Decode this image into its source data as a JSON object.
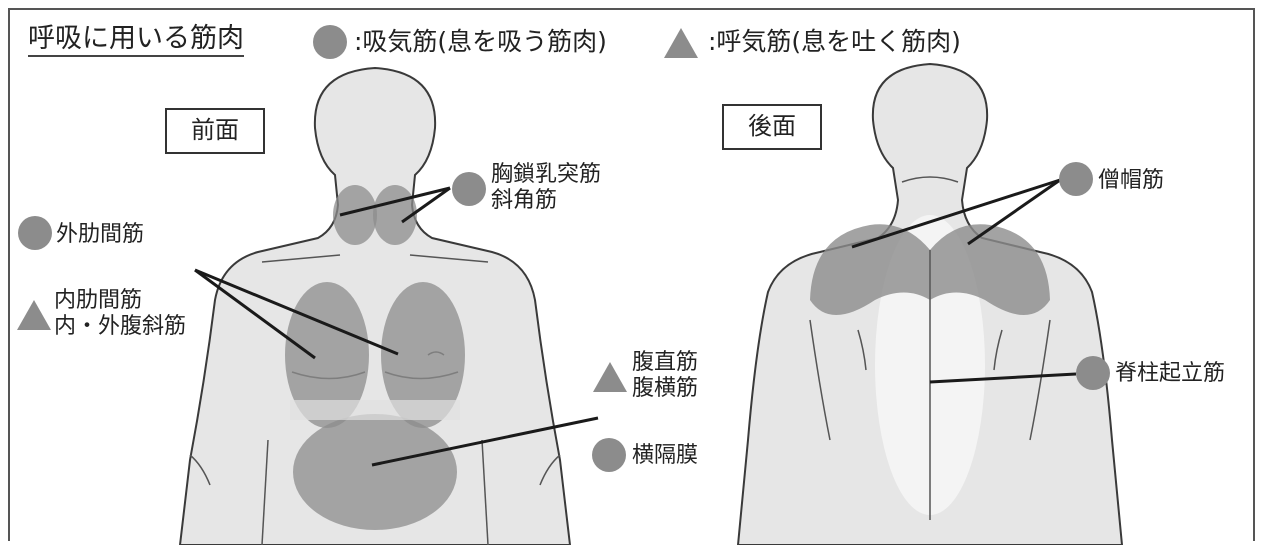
{
  "title": "呼吸に用いる筋肉",
  "legend": {
    "inhale_label": ":吸気筋(息を吸う筋肉)",
    "exhale_label": ":呼気筋(息を吐く筋肉)"
  },
  "views": {
    "front": "前面",
    "back": "後面"
  },
  "labels": {
    "scm_scalene_line1": "胸鎖乳突筋",
    "scm_scalene_line2": "斜角筋",
    "external_intercostal": "外肋間筋",
    "internal_intercostal_line1": "内肋間筋",
    "internal_intercostal_line2": "内・外腹斜筋",
    "rectus_transversus_line1": "腹直筋",
    "rectus_transversus_line2": "腹横筋",
    "diaphragm": "横隔膜",
    "trapezius": "僧帽筋",
    "erector_spinae": "脊柱起立筋"
  },
  "colors": {
    "muscle": "#8c8c8c",
    "body": "#e6e6e6",
    "outline": "#3a3a3a"
  }
}
